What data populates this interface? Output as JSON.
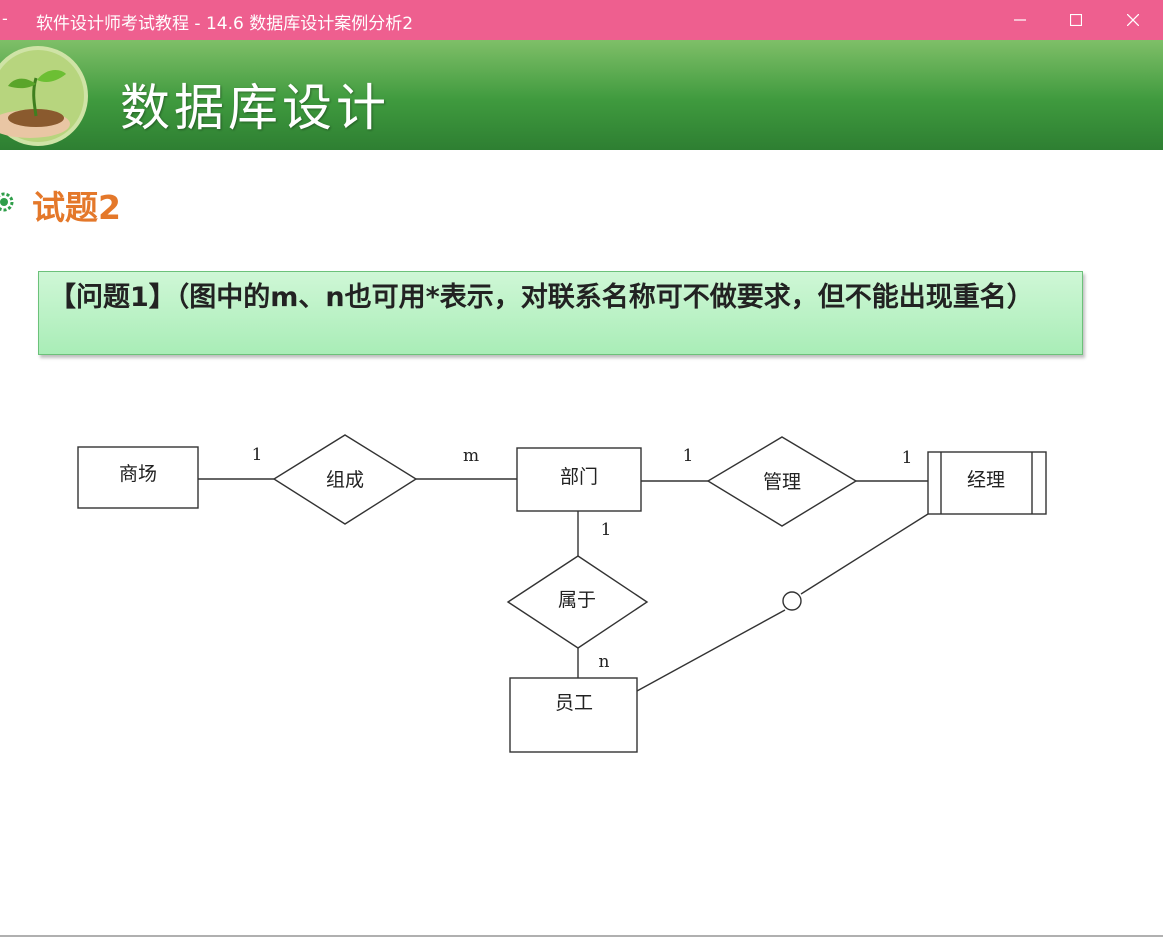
{
  "window": {
    "title": "软件设计师考试教程 - 14.6  数据库设计案例分析2",
    "menu_glyph": "-",
    "controls": [
      "minimize",
      "maximize",
      "close"
    ]
  },
  "banner": {
    "title": "数据库设计",
    "icon": "seedling-in-hands-icon"
  },
  "question": {
    "title": "试题2",
    "icon": "green-gear-bullet-icon"
  },
  "problem": {
    "text": "【问题1】（图中的m、n也可用*表示，对联系名称可不做要求，但不能出现重名）"
  },
  "er_diagram": {
    "entities": [
      "商场",
      "部门",
      "经理",
      "员工"
    ],
    "relationships": [
      "组成",
      "管理",
      "属于"
    ],
    "cardinalities": {
      "shangchang_zucheng": "1",
      "bumen_zucheng": "m",
      "bumen_guanli": "1",
      "jingli_guanli": "1",
      "bumen_shuyu": "1",
      "yuangong_shuyu": "n"
    }
  },
  "colors": {
    "titlebar": "#ee5f8f",
    "banner": "#3f9a3e",
    "question_title": "#e4782a",
    "problem_box": "#b8f0c3"
  }
}
